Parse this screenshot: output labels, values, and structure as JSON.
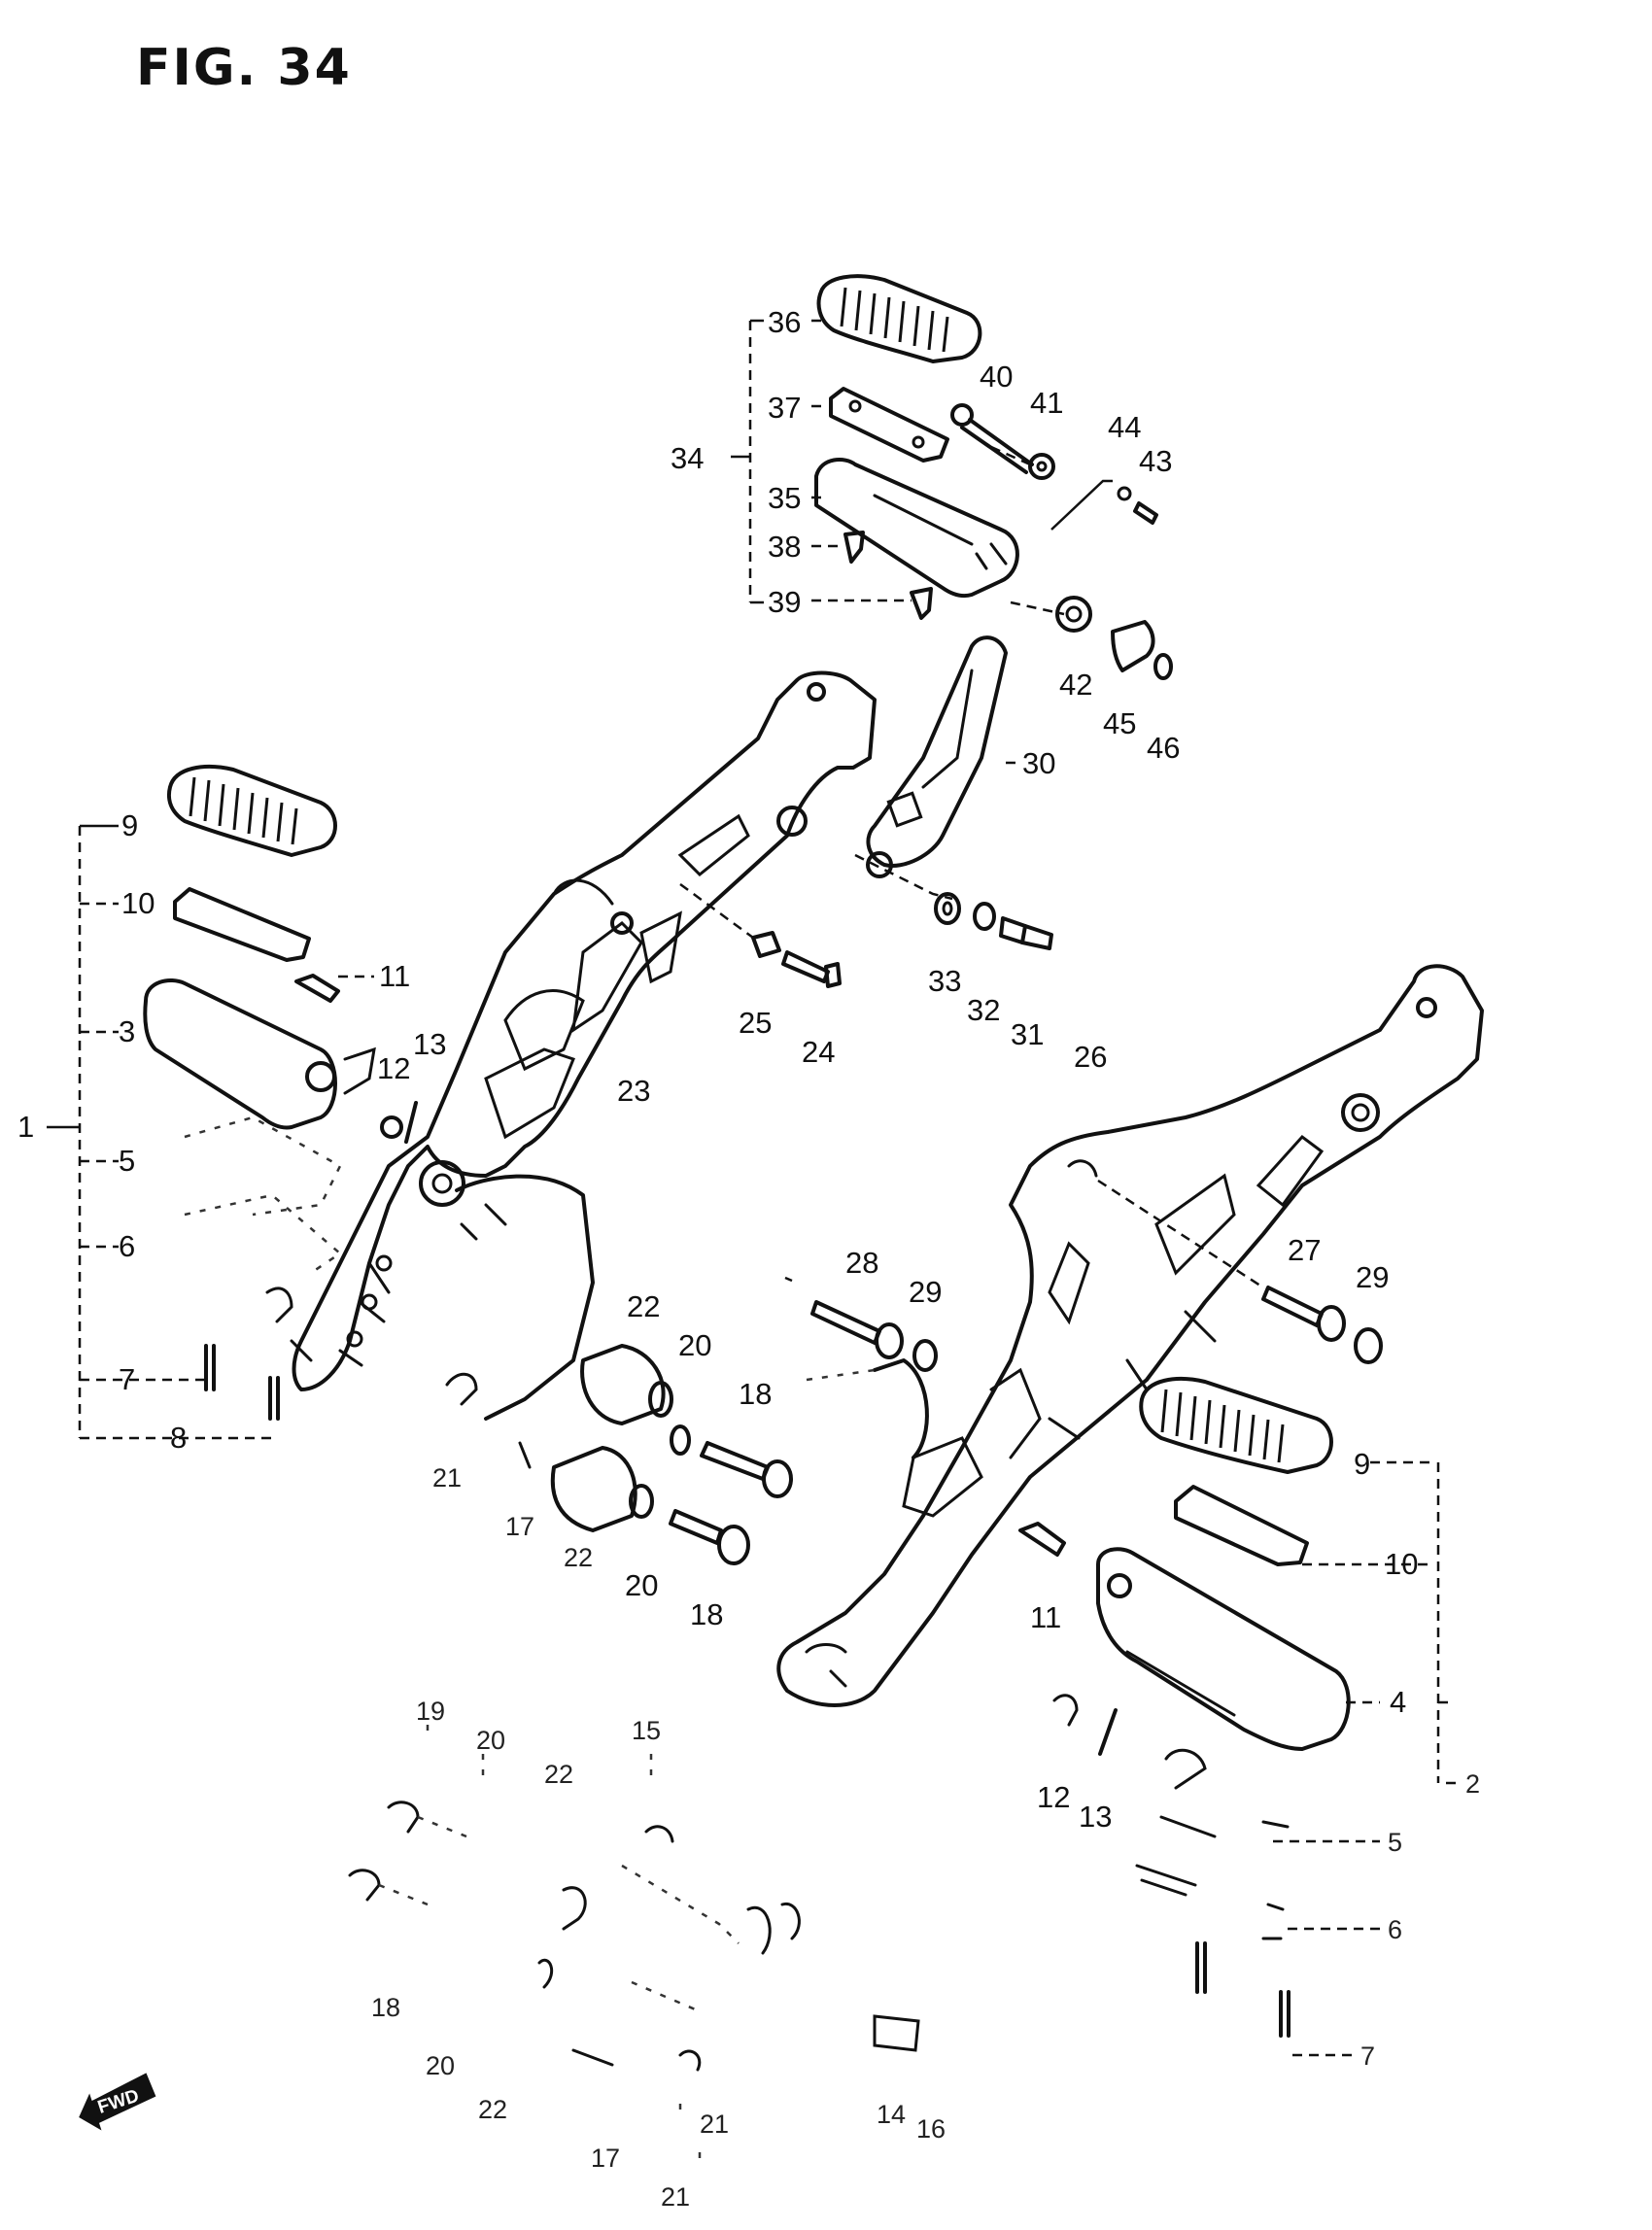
{
  "figure": {
    "title": "FIG. 34"
  },
  "orientation_badge": {
    "text": "FWD"
  },
  "callouts": {
    "c36": "36",
    "c37": "37",
    "c34": "34",
    "c35": "35",
    "c38": "38",
    "c39": "39",
    "c40": "40",
    "c41": "41",
    "c44": "44",
    "c43": "43",
    "c42": "42",
    "c45": "45",
    "c46": "46",
    "c30": "30",
    "c33": "33",
    "c32": "32",
    "c31": "31",
    "c25": "25",
    "c24": "24",
    "c23": "23",
    "c26": "26",
    "l9": "9",
    "l10": "10",
    "l11": "11",
    "l3": "3",
    "l1": "1",
    "l5": "5",
    "l6": "6",
    "l7": "7",
    "l8": "8",
    "l12": "12",
    "l13": "13",
    "c28": "28",
    "c29a": "29",
    "c27": "27",
    "c29b": "29",
    "c22a": "22",
    "c20a": "20",
    "c18a": "18",
    "c21a": "21",
    "c17a": "17",
    "c22b": "22",
    "c20b": "20",
    "c18b": "18",
    "r9": "9",
    "r10": "10",
    "r11": "11",
    "r4": "4",
    "r2": "2",
    "r12": "12",
    "r13": "13",
    "r5": "5",
    "r6": "6",
    "r7": "7",
    "b19": "19",
    "b20a": "20",
    "b22a": "22",
    "b15": "15",
    "b18": "18",
    "b20b": "20",
    "b22b": "22",
    "b21a": "21",
    "b17": "17",
    "b21b": "21",
    "b14": "14",
    "b16": "16"
  }
}
